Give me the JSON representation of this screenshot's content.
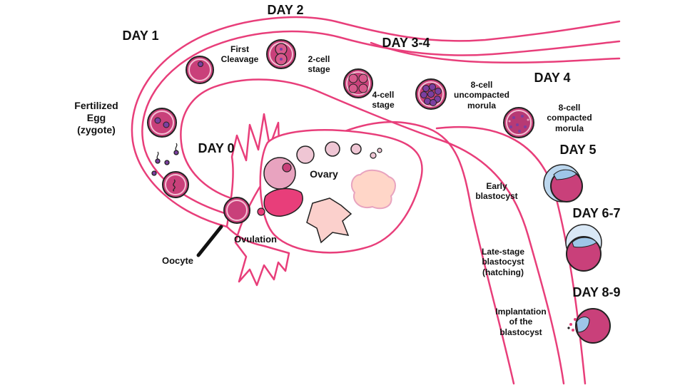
{
  "days": {
    "d0": "DAY 0",
    "d1": "DAY 1",
    "d2": "DAY 2",
    "d34": "DAY 3-4",
    "d4": "DAY 4",
    "d5": "DAY 5",
    "d67": "DAY 6-7",
    "d89": "DAY 8-9"
  },
  "labels": {
    "first_cleavage": "First\nCleavage",
    "two_cell": "2-cell\nstage",
    "four_cell": "4-cell\nstage",
    "eight_uncompacted": "8-cell\nuncompacted\nmorula",
    "eight_compacted": "8-cell\ncompacted\nmorula",
    "fertilized_egg": "Fertilized\nEgg\n(zygote)",
    "ovary": "Ovary",
    "ovulation": "Ovulation",
    "oocyte": "Oocyte",
    "early_blastocyst": "Early\nblastocyst",
    "late_blastocyst": "Late-stage\nblastocyst\n(hatching)",
    "implantation": "Implantation\nof the\nblastocyst"
  },
  "colors": {
    "tube": "#e83e7a",
    "cell_fill": "#c9407a",
    "cell_light": "#e8a3bf",
    "nucleus": "#7b3fa0",
    "zona": "#f3c0d3",
    "follicle_peach": "#fbd8c0",
    "blastocyst_blue": "#bcd7ee"
  }
}
